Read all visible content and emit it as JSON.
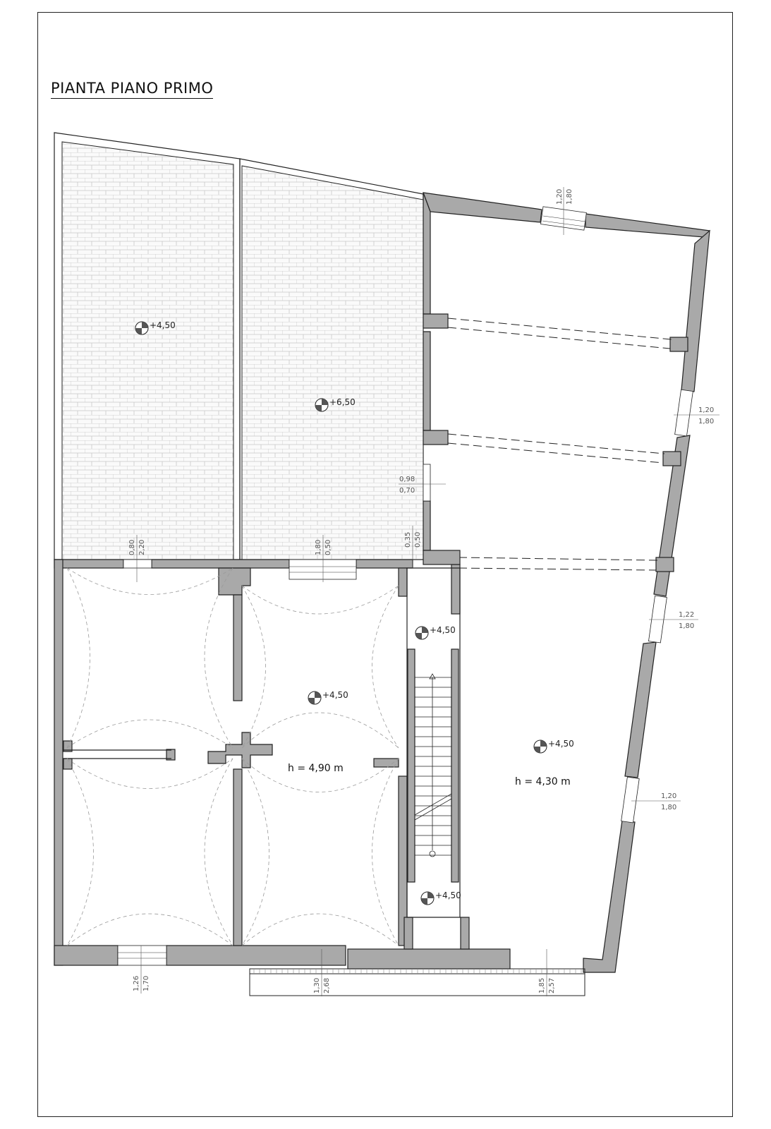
{
  "title": "PIANTA PIANO PRIMO",
  "levels": [
    "+4,50",
    "+6,50",
    "+4,50",
    "+4,50",
    "+4,50",
    "+4,50"
  ],
  "heights": [
    "h = 4,90 m",
    "h = 4,30 m"
  ],
  "openings": [
    {
      "w": "1,20",
      "h": "1,80"
    },
    {
      "w": "1,20",
      "h": "1,80"
    },
    {
      "w": "0,98",
      "h": "0,70"
    },
    {
      "w": "1,22",
      "h": "1,80"
    },
    {
      "w": "1,20",
      "h": "1,80"
    },
    {
      "w": "0,80",
      "h": "2,20"
    },
    {
      "w": "1,80",
      "h": "0,50"
    },
    {
      "w": "0,35",
      "h": "0,50"
    },
    {
      "w": "1,26",
      "h": "1,70"
    },
    {
      "w": "1,30",
      "h": "2,68"
    },
    {
      "w": "1,85",
      "h": "2,57"
    }
  ],
  "colors": {
    "wall": "#a9a9a9",
    "line": "#222222",
    "brick": "#c8c8c8",
    "vault": "#9a9a9a"
  }
}
